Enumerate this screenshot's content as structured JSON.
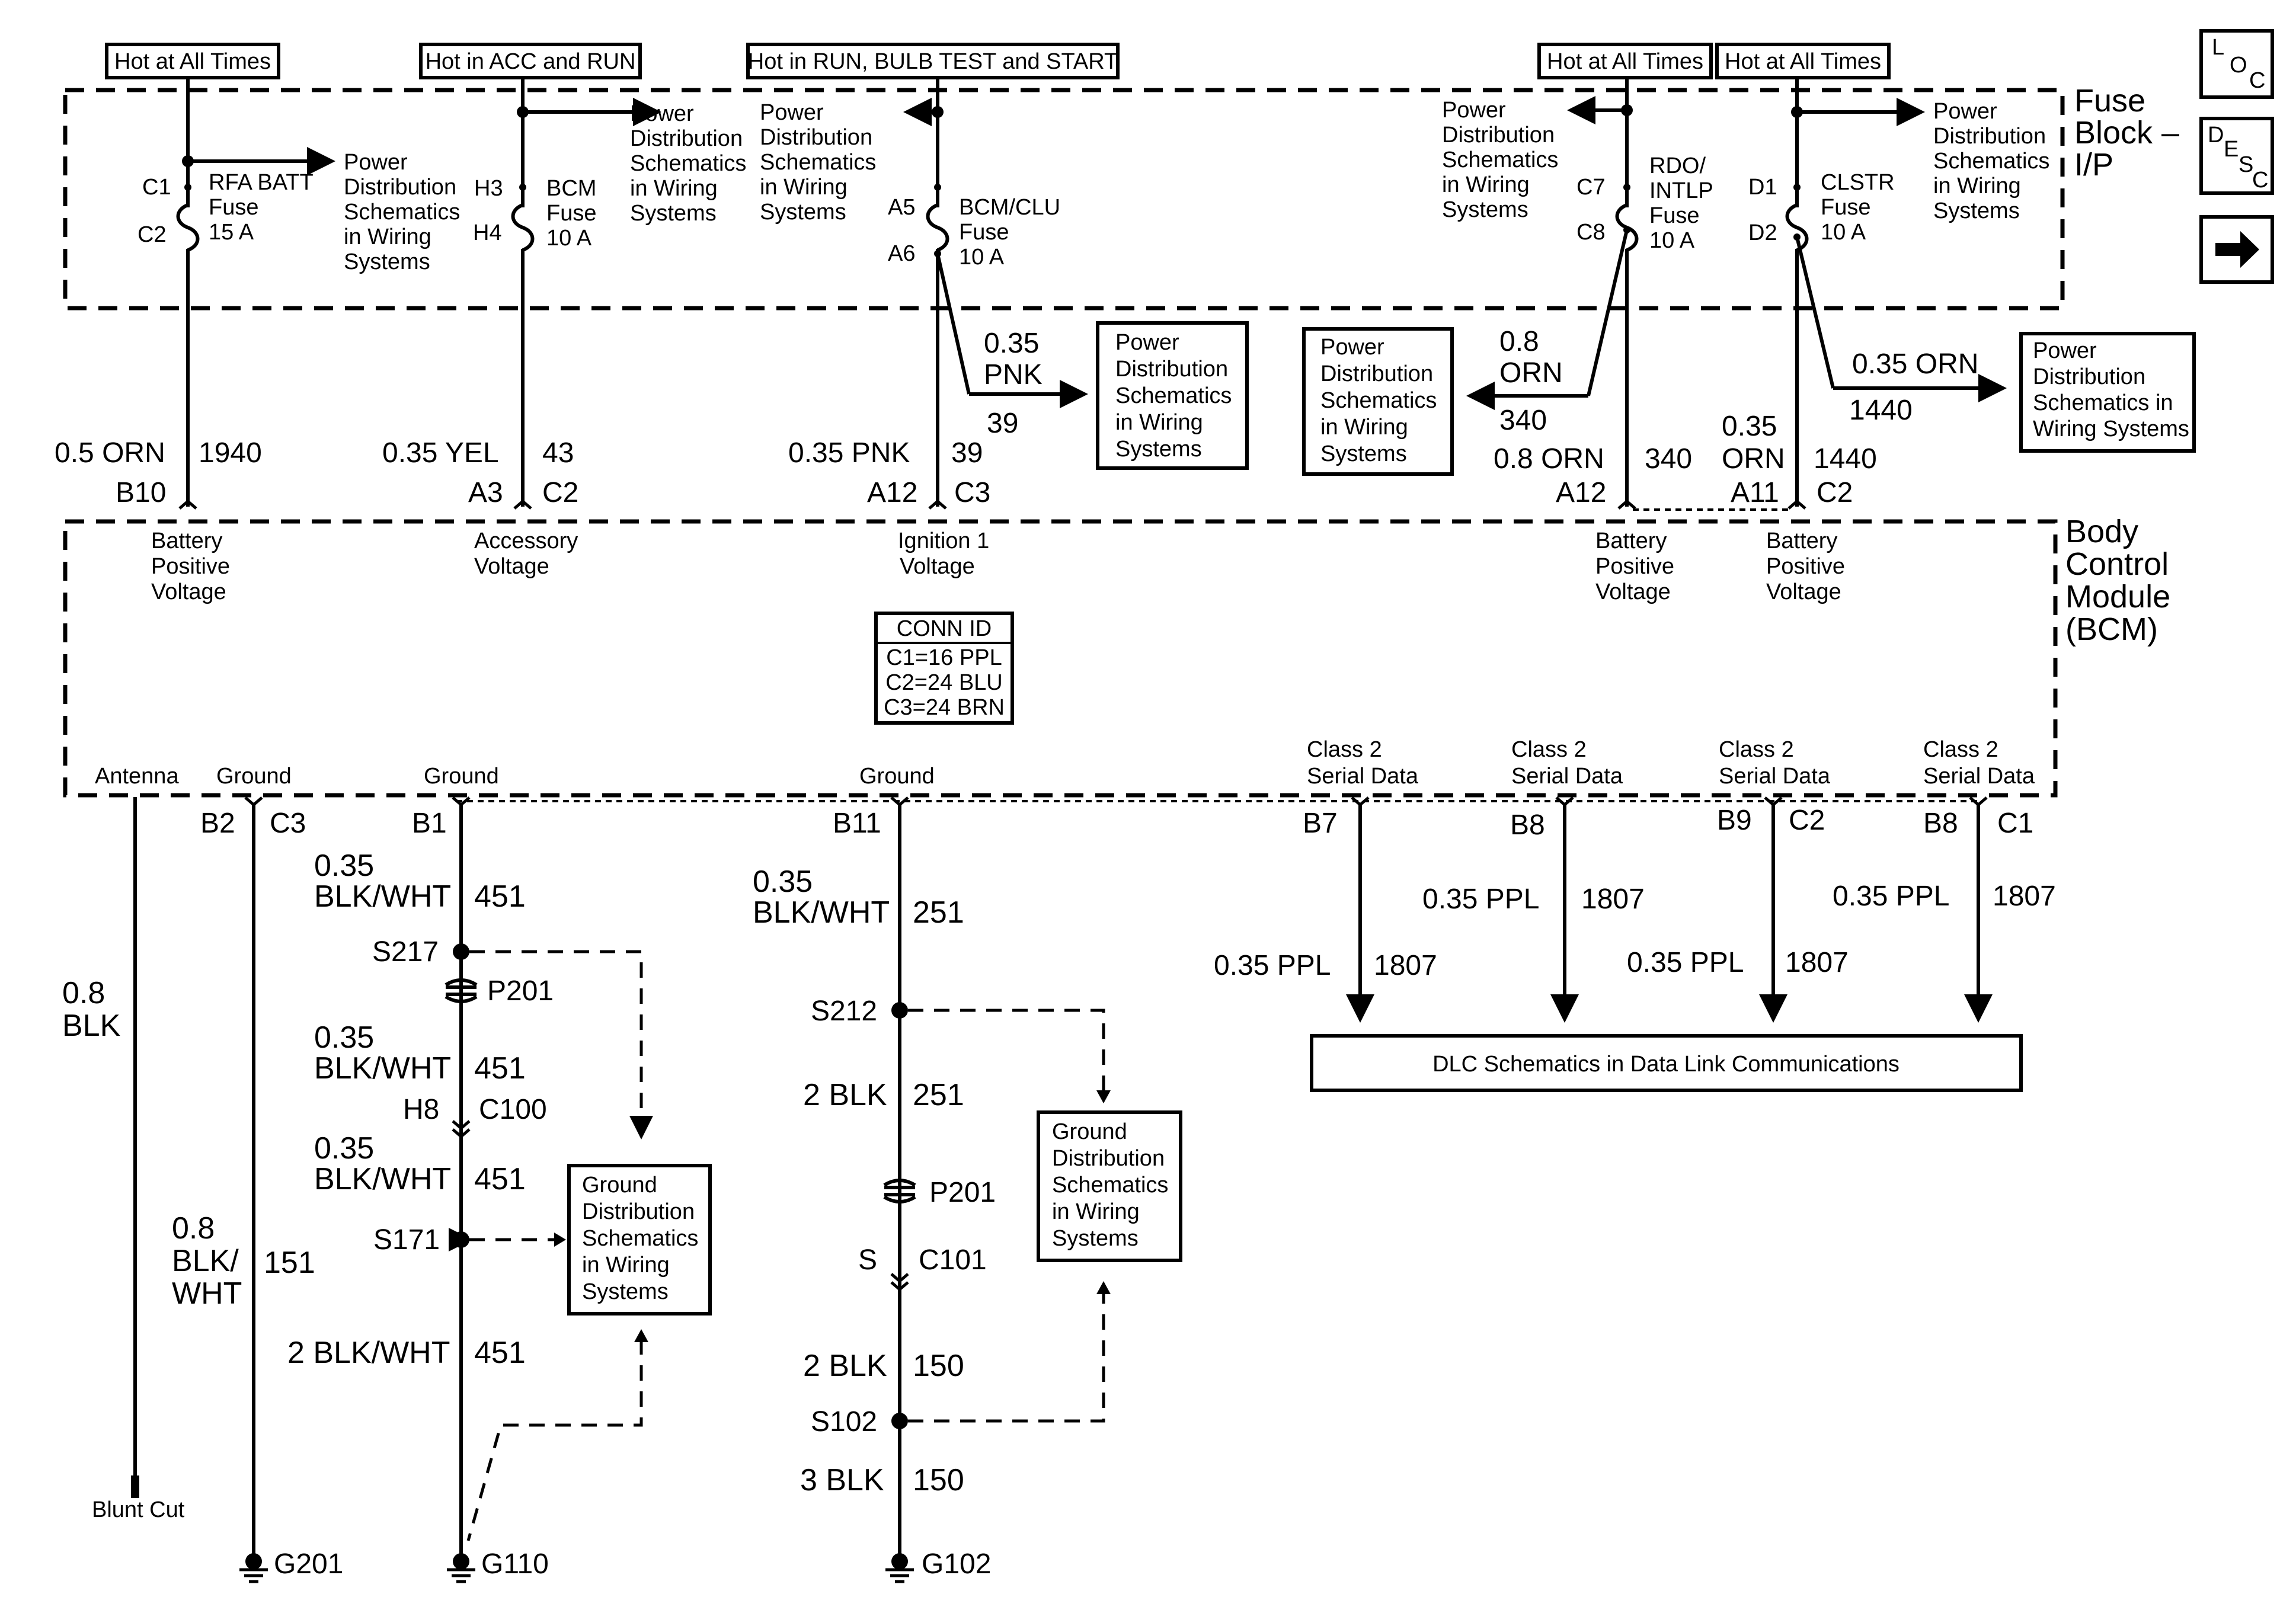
{
  "hot_labels": {
    "rfa": "Hot at All Times",
    "bcm": "Hot in ACC and RUN",
    "bcmclu": "Hot in RUN, BULB TEST and START",
    "rdo": "Hot at All Times",
    "clstr": "Hot at All Times"
  },
  "fuse_block": {
    "title": [
      "Fuse",
      "Block –",
      "I/P"
    ]
  },
  "bcm_module": {
    "title": [
      "Body",
      "Control",
      "Module",
      "(BCM)"
    ]
  },
  "nav_icons": {
    "loc": "LOC",
    "desc": "DESC",
    "next_icon": "arrow-right-icon"
  },
  "power_dist_lines": [
    "Power",
    "Distribution",
    "Schematics",
    "in Wiring",
    "Systems"
  ],
  "power_dist_box_lines": [
    "Power",
    "Distribution",
    "Schematics in",
    "Wiring Systems"
  ],
  "ground_dist_lines": [
    "Ground",
    "Distribution",
    "Schematics",
    "in Wiring",
    "Systems"
  ],
  "fuses": {
    "rfa": {
      "pin_in": "C1",
      "pin_out": "C2",
      "name": [
        "RFA BATT",
        "Fuse",
        "15 A"
      ]
    },
    "bcm": {
      "pin_in": "H3",
      "pin_out": "H4",
      "name": [
        "BCM",
        "Fuse",
        "10 A"
      ]
    },
    "bcmclu": {
      "pin_in": "A5",
      "pin_out": "A6",
      "name": [
        "BCM/CLU",
        "Fuse",
        "10 A"
      ]
    },
    "rdo": {
      "pin_in": "C7",
      "pin_out": "C8",
      "name": [
        "RDO/",
        "INTLP",
        "Fuse",
        "10 A"
      ]
    },
    "clstr": {
      "pin_in": "D1",
      "pin_out": "D2",
      "name": [
        "CLSTR",
        "Fuse",
        "10 A"
      ]
    }
  },
  "upper_wires": {
    "w1940": {
      "size": "0.5 ORN",
      "circuit": "1940",
      "pin": "B10",
      "conn": ""
    },
    "w43": {
      "size": "0.35 YEL",
      "circuit": "43",
      "pin": "A3",
      "conn": "C2"
    },
    "w39": {
      "size": "0.35 PNK",
      "circuit": "39",
      "pin": "A12",
      "conn": "C3"
    },
    "w39_branch": {
      "size": [
        "0.35",
        "PNK"
      ],
      "circuit": "39"
    },
    "w340": {
      "size": "0.8 ORN",
      "circuit": "340",
      "pin": "A12",
      "conn": ""
    },
    "w340_branch": {
      "size": [
        "0.8",
        "ORN"
      ],
      "circuit": "340"
    },
    "w1440": {
      "size": [
        "0.35",
        "ORN"
      ],
      "circuit": "1440",
      "pin": "A11",
      "conn": "C2"
    },
    "w1440_branch": {
      "size": "0.35 ORN",
      "circuit": "1440"
    }
  },
  "bcm_inputs": {
    "batt1": [
      "Battery",
      "Positive",
      "Voltage"
    ],
    "acc": [
      "Accessory",
      "Voltage"
    ],
    "ign": [
      "Ignition 1",
      "Voltage"
    ],
    "batt2": [
      "Battery",
      "Positive",
      "Voltage"
    ],
    "batt3": [
      "Battery",
      "Positive",
      "Voltage"
    ]
  },
  "conn_id": {
    "title": "CONN ID",
    "rows": [
      "C1=16 PPL",
      "C2=24 BLU",
      "C3=24 BRN"
    ]
  },
  "bcm_outputs": {
    "antenna": "Antenna",
    "ground1": "Ground",
    "ground2": "Ground",
    "ground3": "Ground",
    "class2": [
      "Class 2",
      "Serial Data"
    ]
  },
  "lower_pins": {
    "b2": "B2",
    "c3": "C3",
    "b1": "B1",
    "b11": "B11",
    "b7": "B7",
    "b8a": "B8",
    "b9": "B9",
    "c2": "C2",
    "b8b": "B8",
    "c1": "C1"
  },
  "antenna_wire": {
    "size": [
      "0.8",
      "BLK"
    ],
    "end_label": "Blunt Cut"
  },
  "g201_wire": {
    "size": [
      "0.8",
      "BLK/",
      "WHT"
    ],
    "circuit": "151",
    "ground": "G201"
  },
  "g110_wire": {
    "seg1": {
      "size": [
        "0.35",
        "BLK/WHT"
      ],
      "circuit": "451"
    },
    "splice1": "S217",
    "inline1": "P201",
    "seg2": {
      "size": [
        "0.35",
        "BLK/WHT"
      ],
      "circuit": "451"
    },
    "conn_pin": "H8",
    "conn": "C100",
    "seg3": {
      "size": [
        "0.35",
        "BLK/WHT"
      ],
      "circuit": "451"
    },
    "splice2": "S171",
    "seg4": {
      "size": "2 BLK/WHT",
      "circuit": "451"
    },
    "ground": "G110"
  },
  "g102_wire": {
    "seg1": {
      "size": [
        "0.35",
        "BLK/WHT"
      ],
      "circuit": "251"
    },
    "splice1": "S212",
    "seg2": {
      "size": "2 BLK",
      "circuit": "251"
    },
    "inline1": "P201",
    "conn_pin": "S",
    "conn": "C101",
    "seg3": {
      "size": "2 BLK",
      "circuit": "150"
    },
    "splice2": "S102",
    "seg4": {
      "size": "3 BLK",
      "circuit": "150"
    },
    "ground": "G102"
  },
  "data_wires": {
    "w1": {
      "size": "0.35 PPL",
      "circuit": "1807"
    },
    "w2": {
      "size": "0.35 PPL",
      "circuit": "1807"
    },
    "w3": {
      "size": "0.35 PPL",
      "circuit": "1807"
    },
    "w4": {
      "size": "0.35 PPL",
      "circuit": "1807"
    }
  },
  "dlc_box": "DLC Schematics in Data Link Communications"
}
